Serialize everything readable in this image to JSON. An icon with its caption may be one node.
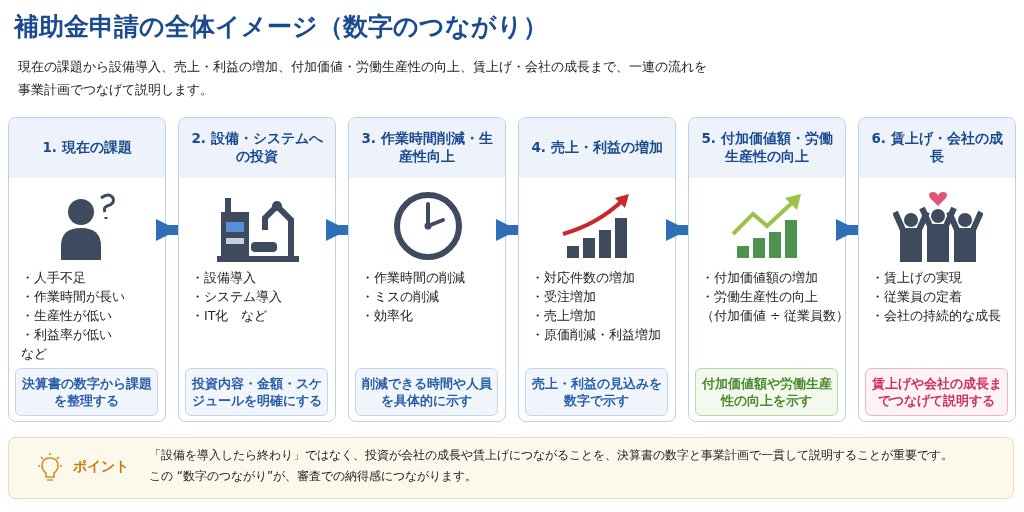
{
  "diagram": {
    "title": "補助金申請の全体イメージ（数字のつながり）",
    "nodes": [
      {
        "text": [
          "1. 現在の課題",
          "・人手不足",
          "・作業時間が長い",
          "・生産性が低い",
          "・利益率が低い",
          "など"
        ]
      },
      {
        "text": [
          "決算書の数字から課題を整理する"
        ],
        "in": 0
      },
      {
        "text": [
          "2. 設備・システムへの投資",
          "・設備導入",
          "・システム導入",
          "・IT化　など"
        ]
      },
      {
        "text": [
          "投資内容・金額・スケジュールを明確にする"
        ],
        "in": 2
      },
      {
        "text": [
          "3. 作業時間削減・生産性向上",
          "・作業時間の削減",
          "・ミスの削減",
          "・効率化"
        ]
      },
      {
        "text": [
          "削減できる時間や人員を具体的に示す"
        ],
        "in": 4
      },
      {
        "text": [
          "4. 売上・利益の増加",
          "・対応件数の増加",
          "・受注増加",
          "・売上増加",
          "・原価削減・利益増加"
        ]
      },
      {
        "text": [
          "売上・利益の見込みを数字で示す"
        ],
        "in": 6
      },
      {
        "text": [
          "5. 付加価値額・労働生産性の向上",
          "・付加価値額の増加",
          "・労働生産性の向上",
          "（付加価値 ÷ 従業員数）"
        ]
      },
      {
        "text": [
          "付加価値額や労働生産性の向上を示す"
        ],
        "in": 8
      },
      {
        "text": [
          "6. 賃上げ・会社の成長",
          "・賃上げの実現",
          "・従業員の定着",
          "・会社の持続的な成長"
        ]
      },
      {
        "text": [
          "賃上げや会社の成長までつなげて説明する"
        ],
        "in": 10
      },
      {
        "text": [
          "ポイント",
          "「設備を導入したら終わり」ではなく、投資が会社の成長や賃上げにつながることを、決算書の数字と事業計画で一貫して説明することが重要です。",
          "この “数字のつながり”が、審査での納得感につながります。"
        ]
      }
    ],
    "edges": [
      {
        "from": 0,
        "to": 2,
        "arrow": "to"
      },
      {
        "from": 2,
        "to": 4,
        "arrow": "to"
      },
      {
        "from": 4,
        "to": 6,
        "arrow": "to"
      },
      {
        "from": 6,
        "to": 8,
        "arrow": "to"
      },
      {
        "from": 8,
        "to": 10,
        "arrow": "to"
      }
    ],
    "labels": [
      "現在の課題から設備導入、売上・利益の増加、付加価値・労働生産性の向上、賃上げ・会社の成長まで、一連の流れを事業計画でつなげて説明します。"
    ]
  }
}
